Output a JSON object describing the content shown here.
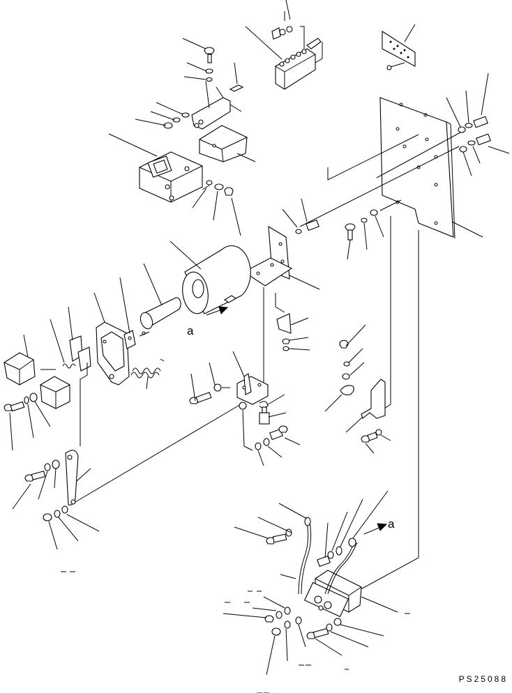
{
  "diagram": {
    "view_labels": [
      "a",
      "a"
    ],
    "drawing_code": "PS25088"
  }
}
